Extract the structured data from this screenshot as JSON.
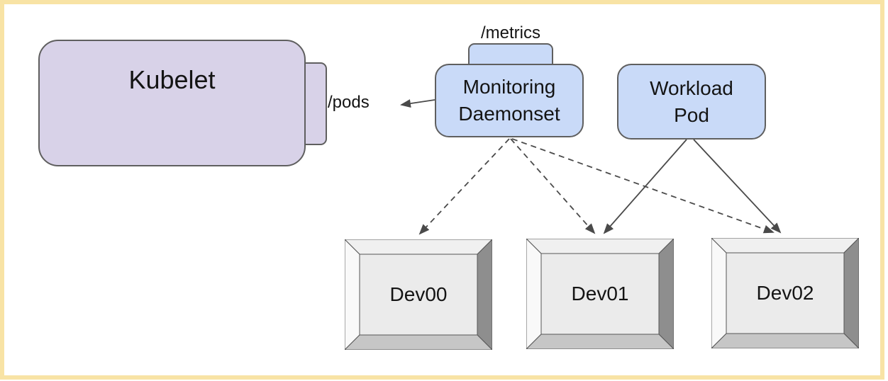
{
  "colors": {
    "frame": "#f8e3a5",
    "node-purple": "#d8d2e8",
    "node-blue": "#c9daf8",
    "node-border": "#5f5f5f",
    "edge": "#4a4a4a",
    "text": "#141414"
  },
  "nodes": {
    "kubelet": {
      "label": "Kubelet"
    },
    "monitoring_daemonset": {
      "line1": "Monitoring",
      "line2": "Daemonset"
    },
    "workload_pod": {
      "line1": "Workload",
      "line2": "Pod"
    },
    "devices": [
      {
        "label": "Dev00"
      },
      {
        "label": "Dev01"
      },
      {
        "label": "Dev02"
      }
    ]
  },
  "labels": {
    "metrics": "/metrics",
    "pods": "/pods"
  },
  "edges": [
    {
      "from": "monitoring_daemonset",
      "to": "dev00",
      "style": "dashed-arrow"
    },
    {
      "from": "monitoring_daemonset",
      "to": "dev01",
      "style": "dashed-arrow"
    },
    {
      "from": "monitoring_daemonset",
      "to": "dev02",
      "style": "dashed-arrow"
    },
    {
      "from": "workload_pod",
      "to": "dev01",
      "style": "solid-arrow"
    },
    {
      "from": "workload_pod",
      "to": "dev02",
      "style": "solid-arrow"
    },
    {
      "from": "monitoring_daemonset",
      "to": "pods-label",
      "style": "solid-arrow"
    }
  ]
}
